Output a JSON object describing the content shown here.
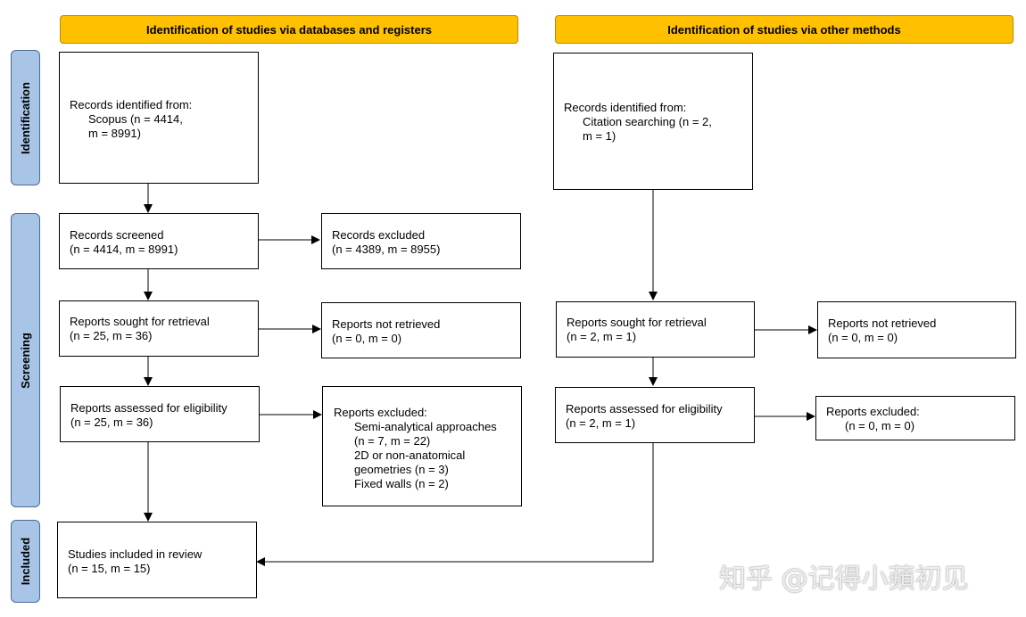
{
  "colors": {
    "header_fill": "#ffc000",
    "phase_fill": "#a8c4e6"
  },
  "headers": {
    "databases": "Identification of studies via databases and registers",
    "other": "Identification of studies via other methods"
  },
  "phases": {
    "identification": "Identification",
    "screening": "Screening",
    "included": "Included"
  },
  "left": {
    "identified": {
      "title": "Records identified from:",
      "line1": "Scopus (n = 4414,",
      "line2": "m = 8991)"
    },
    "screened": {
      "title": "Records screened",
      "line1": "(n = 4414, m = 8991)"
    },
    "excluded": {
      "title": "Records excluded",
      "line1": "(n = 4389, m = 8955)"
    },
    "sought": {
      "title": "Reports sought for retrieval",
      "line1": "(n = 25, m = 36)"
    },
    "not_retrieved": {
      "title": "Reports not retrieved",
      "line1": "(n = 0, m = 0)"
    },
    "assessed": {
      "title": "Reports assessed for eligibility",
      "line1": "(n = 25, m = 36)"
    },
    "reports_excluded": {
      "title": "Reports excluded:",
      "r1a": "Semi-analytical approaches",
      "r1b": "(n = 7, m = 22)",
      "r2a": "2D or non-anatomical",
      "r2b": "geometries (n = 3)",
      "r3": "Fixed walls (n = 2)"
    },
    "included": {
      "title": "Studies included in review",
      "line1": "(n = 15, m = 15)"
    }
  },
  "right": {
    "identified": {
      "title": "Records identified from:",
      "line1": "Citation searching (n = 2,",
      "line2": "m = 1)"
    },
    "sought": {
      "title": "Reports sought for retrieval",
      "line1": "(n = 2, m = 1)"
    },
    "not_retrieved": {
      "title": "Reports not retrieved",
      "line1": "(n = 0, m = 0)"
    },
    "assessed": {
      "title": "Reports assessed for eligibility",
      "line1": "(n = 2, m = 1)"
    },
    "reports_excluded": {
      "title": "Reports excluded:",
      "line1": "(n = 0, m = 0)"
    }
  },
  "watermark": "知乎 @记得小蘋初见"
}
